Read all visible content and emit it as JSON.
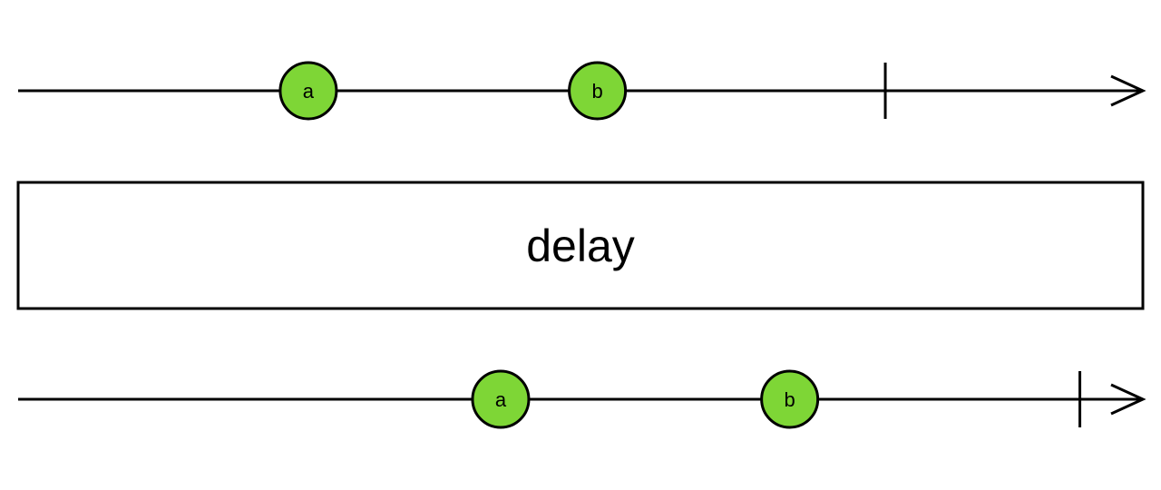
{
  "colors": {
    "marble_fill": "#7ed636",
    "stroke": "#000000",
    "background": "#ffffff"
  },
  "operator": {
    "label": "delay"
  },
  "input_timeline": {
    "events": [
      {
        "label": "a",
        "time": 0.258
      },
      {
        "label": "b",
        "time": 0.515
      }
    ],
    "completion_time": 0.771
  },
  "output_timeline": {
    "events": [
      {
        "label": "a",
        "time": 0.429
      },
      {
        "label": "b",
        "time": 0.686
      }
    ],
    "completion_time": 0.944
  }
}
